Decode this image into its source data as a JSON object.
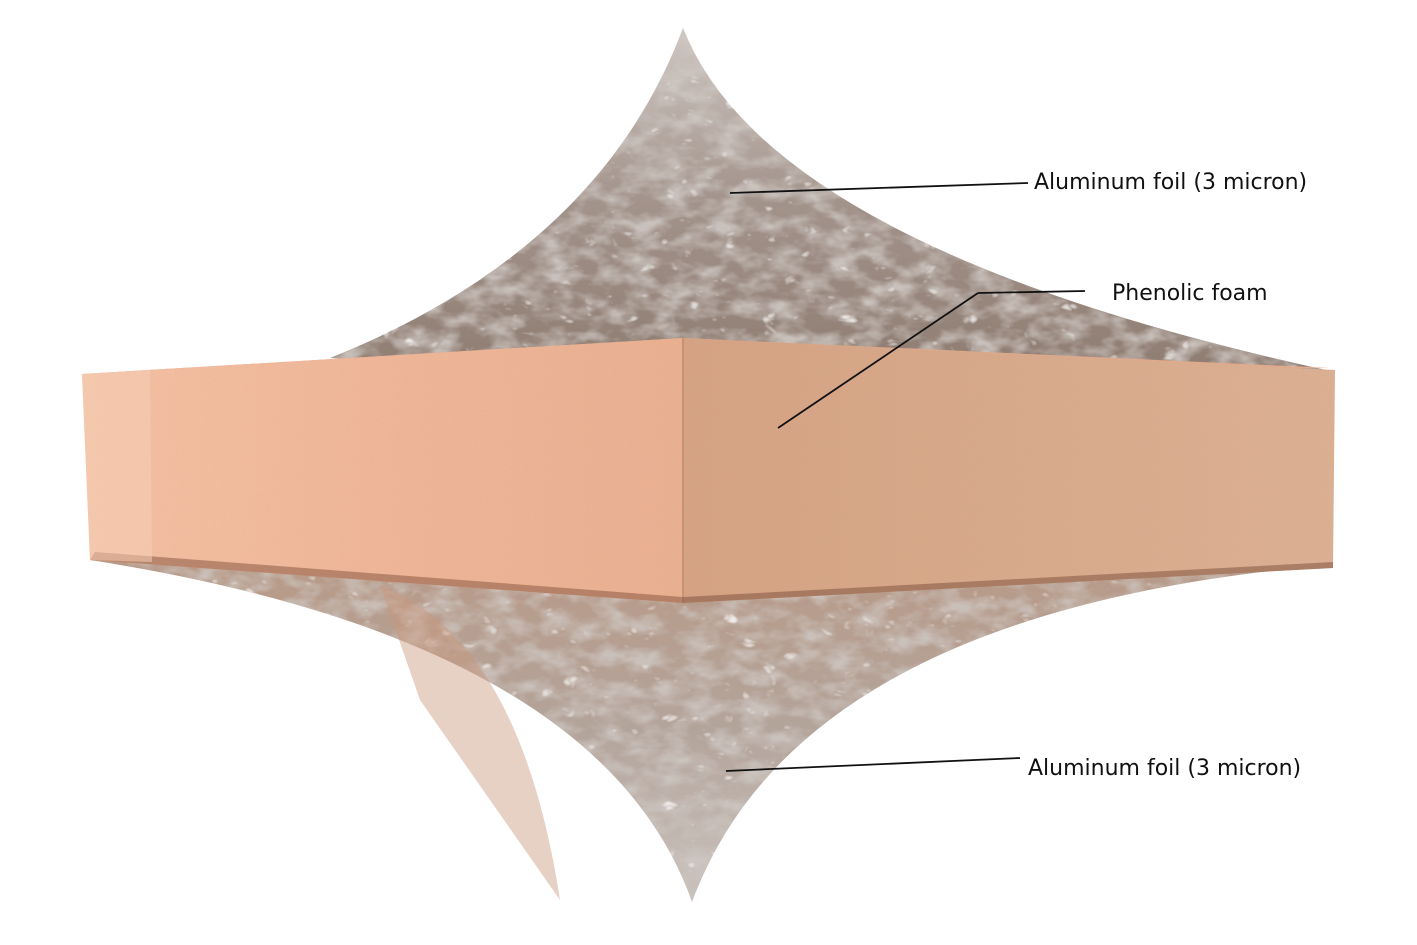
{
  "labels": {
    "foil_top": "Aluminum foil (3 micron)",
    "foam": "Phenolic foam",
    "foil_bottom": "Aluminum foil (3 micron)"
  },
  "colors": {
    "background": "#ffffff",
    "foil": "#a99a92",
    "foil_highlight": "#f2efed",
    "foil_shadow": "#5c4f49",
    "foam_front": "#efb799",
    "foam_side": "#d9a98a",
    "foam_top": "#e9b092",
    "foam_edge_dark": "#8a5a44",
    "leader_line": "#111111"
  }
}
